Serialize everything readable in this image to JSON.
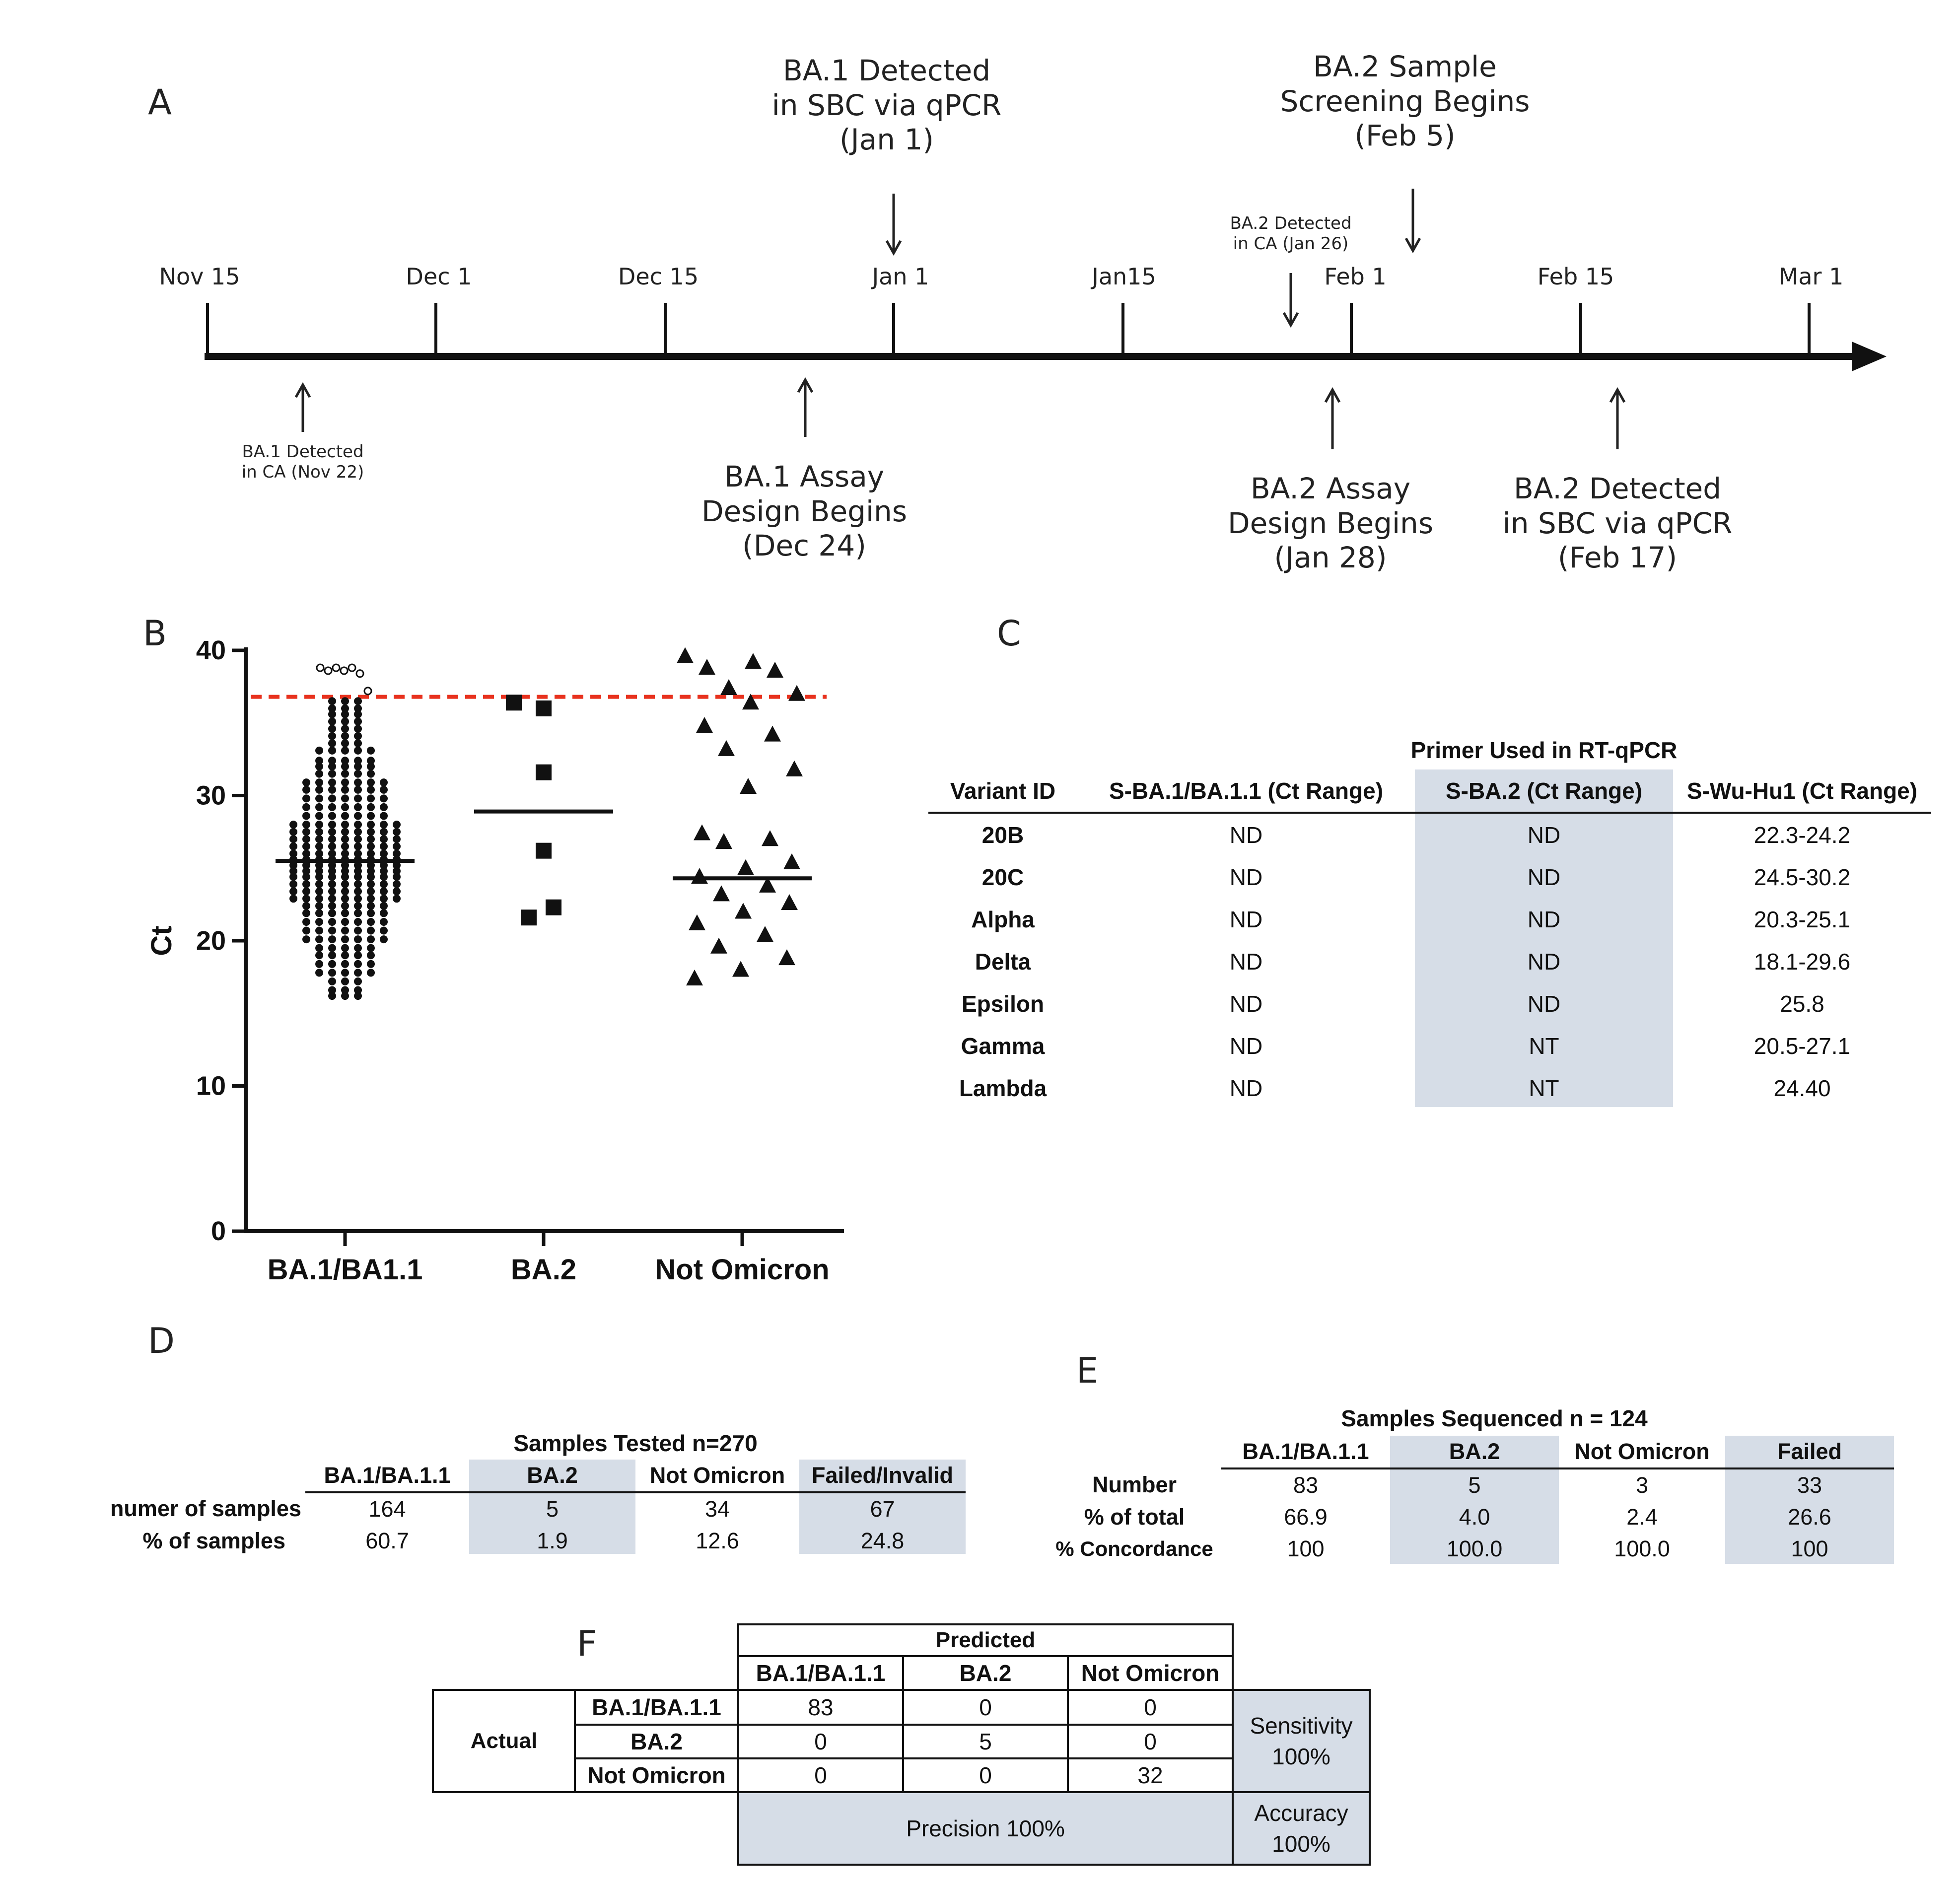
{
  "panels": {
    "A": "A",
    "B": "B",
    "C": "C",
    "D": "D",
    "E": "E",
    "F": "F"
  },
  "timeline": {
    "ticks": [
      "Nov 15",
      "Dec 1",
      "Dec 15",
      "Jan 1",
      "Jan15",
      "Feb 1",
      "Feb 15",
      "Mar 1"
    ],
    "events_above": [
      {
        "text": "BA.1 Detected\nin SBC via qPCR\n(Jan 1)",
        "size": "big"
      },
      {
        "text": "BA.2 Sample\nScreening Begins\n(Feb 5)",
        "size": "big"
      },
      {
        "text": "BA.2 Detected\nin CA (Jan 26)",
        "size": "small"
      }
    ],
    "events_below": [
      {
        "text": "BA.1 Detected\nin CA (Nov 22)",
        "size": "small"
      },
      {
        "text": "BA.1 Assay\nDesign Begins\n(Dec 24)",
        "size": "big"
      },
      {
        "text": "BA.2 Assay\nDesign Begins\n(Jan 28)",
        "size": "big"
      },
      {
        "text": "BA.2 Detected\nin SBC via qPCR\n(Feb 17)",
        "size": "big"
      }
    ]
  },
  "chart_data": {
    "type": "scatter",
    "ylabel": "Ct",
    "ylim": [
      0,
      40
    ],
    "yticks": [
      "0",
      "10",
      "20",
      "30",
      "40"
    ],
    "categories": [
      "BA.1/BA1.1",
      "BA.2",
      "Not Omicron"
    ],
    "cutoff": 36.8,
    "cutoff_color": "#e8321e",
    "series": [
      {
        "marker": "circle",
        "median": 25.5,
        "open_values": [
          38.8,
          38.6,
          38.8,
          38.6,
          38.8,
          38.4,
          37.2
        ],
        "values": [
          36.5,
          36.0,
          35.6,
          35.1,
          34.6,
          34.1,
          33.6,
          33.1,
          32.4,
          32.0,
          31.5,
          30.9,
          30.4,
          29.8,
          29.2,
          28.6,
          28.0,
          27.5,
          27.0,
          26.5,
          26.0,
          25.6,
          25.2,
          24.8,
          24.4,
          23.9,
          23.4,
          22.9,
          22.4,
          21.9,
          21.3,
          20.7,
          20.1,
          19.5,
          19.0,
          18.4,
          17.8,
          17.2,
          16.6,
          16.2
        ]
      },
      {
        "marker": "square",
        "median": 28.9,
        "values": [
          36.4,
          36.0,
          31.6,
          26.2,
          22.3,
          21.6
        ]
      },
      {
        "marker": "triangle",
        "median": 24.3,
        "values": [
          39.6,
          39.2,
          38.8,
          38.6,
          37.4,
          37.0,
          36.4,
          34.8,
          34.2,
          33.2,
          31.8,
          30.6,
          27.4,
          27.0,
          26.8,
          25.4,
          25.0,
          24.4,
          23.8,
          23.2,
          22.6,
          22.0,
          21.2,
          20.4,
          19.6,
          18.8,
          18.0,
          17.4
        ]
      }
    ]
  },
  "tableC": {
    "super_header": "Primer Used in RT-qPCR",
    "headers": [
      "Variant ID",
      "S-BA.1/BA.1.1 (Ct Range)",
      "S-BA.2 (Ct Range)",
      "S-Wu-Hu1 (Ct Range)"
    ],
    "rows": [
      [
        "20B",
        "ND",
        "ND",
        "22.3-24.2"
      ],
      [
        "20C",
        "ND",
        "ND",
        "24.5-30.2"
      ],
      [
        "Alpha",
        "ND",
        "ND",
        "20.3-25.1"
      ],
      [
        "Delta",
        "ND",
        "ND",
        "18.1-29.6"
      ],
      [
        "Epsilon",
        "ND",
        "ND",
        "25.8"
      ],
      [
        "Gamma",
        "ND",
        "NT",
        "20.5-27.1"
      ],
      [
        "Lambda",
        "ND",
        "NT",
        "24.40"
      ]
    ]
  },
  "tableD": {
    "title": "Samples Tested n=270",
    "headers": [
      "BA.1/BA.1.1",
      "BA.2",
      "Not Omicron",
      "Failed/Invalid"
    ],
    "rows": [
      {
        "label": "numer of samples",
        "cells": [
          "164",
          "5",
          "34",
          "67"
        ]
      },
      {
        "label": "% of samples",
        "cells": [
          "60.7",
          "1.9",
          "12.6",
          "24.8"
        ]
      }
    ]
  },
  "tableE": {
    "title": "Samples Sequenced n = 124",
    "headers": [
      "BA.1/BA.1.1",
      "BA.2",
      "Not Omicron",
      "Failed"
    ],
    "rows": [
      {
        "label": "Number",
        "cells": [
          "83",
          "5",
          "3",
          "33"
        ]
      },
      {
        "label": "% of total",
        "cells": [
          "66.9",
          "4.0",
          "2.4",
          "26.6"
        ]
      },
      {
        "label": "% Concordance",
        "cells": [
          "100",
          "100.0",
          "100.0",
          "100"
        ]
      }
    ]
  },
  "tableF": {
    "predicted": "Predicted",
    "actual": "Actual",
    "headers": [
      "BA.1/BA.1.1",
      "BA.2",
      "Not Omicron"
    ],
    "rows": [
      {
        "label": "BA.1/BA.1.1",
        "cells": [
          "83",
          "0",
          "0"
        ]
      },
      {
        "label": "BA.2",
        "cells": [
          "0",
          "5",
          "0"
        ]
      },
      {
        "label": "Not Omicron",
        "cells": [
          "0",
          "0",
          "32"
        ]
      }
    ],
    "sensitivity": "Sensitivity\n100%",
    "precision": "Precision 100%",
    "accuracy": "Accuracy\n100%"
  }
}
